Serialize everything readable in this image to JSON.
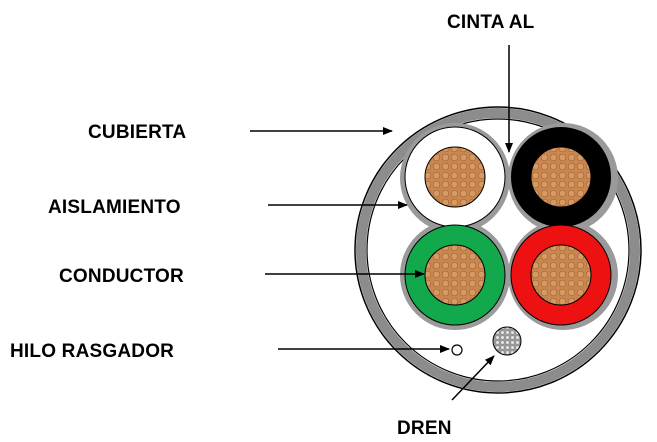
{
  "labels": {
    "cinta_al": "CINTA AL",
    "cubierta": "CUBIERTA",
    "aislamiento": "AISLAMIENTO",
    "conductor": "CONDUCTOR",
    "hilo_rasgador": "HILO RASGADOR",
    "dren": "DREN"
  },
  "colors": {
    "jacket": "#8c8c8c",
    "tape": "#9a9a9a",
    "copper": "#c9864e",
    "insulation_white": "#ffffff",
    "insulation_black": "#000000",
    "insulation_green": "#12a84c",
    "insulation_red": "#ee1111",
    "drain": "#bdbdbd"
  }
}
